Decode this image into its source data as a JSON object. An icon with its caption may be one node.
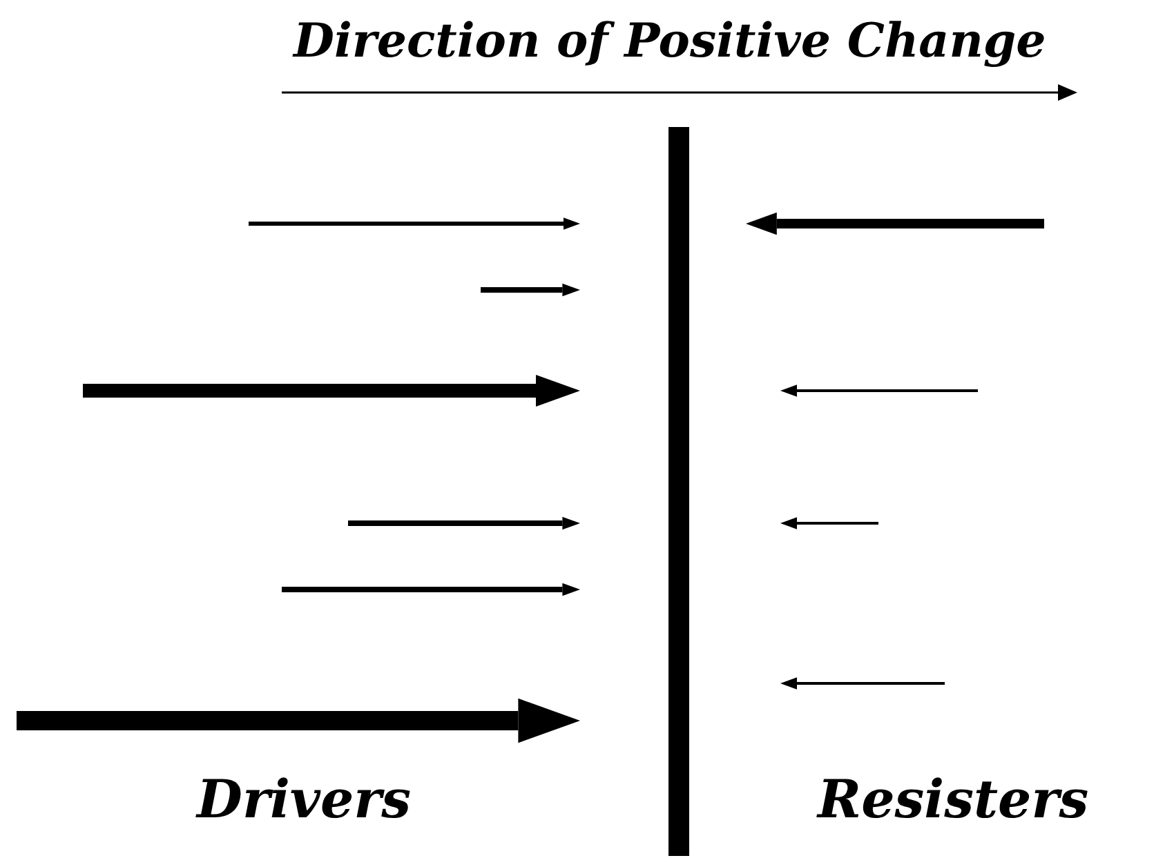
{
  "diagram": {
    "title": "Direction of Positive Change",
    "labels": [
      "Drivers",
      "Resisters"
    ]
  }
}
